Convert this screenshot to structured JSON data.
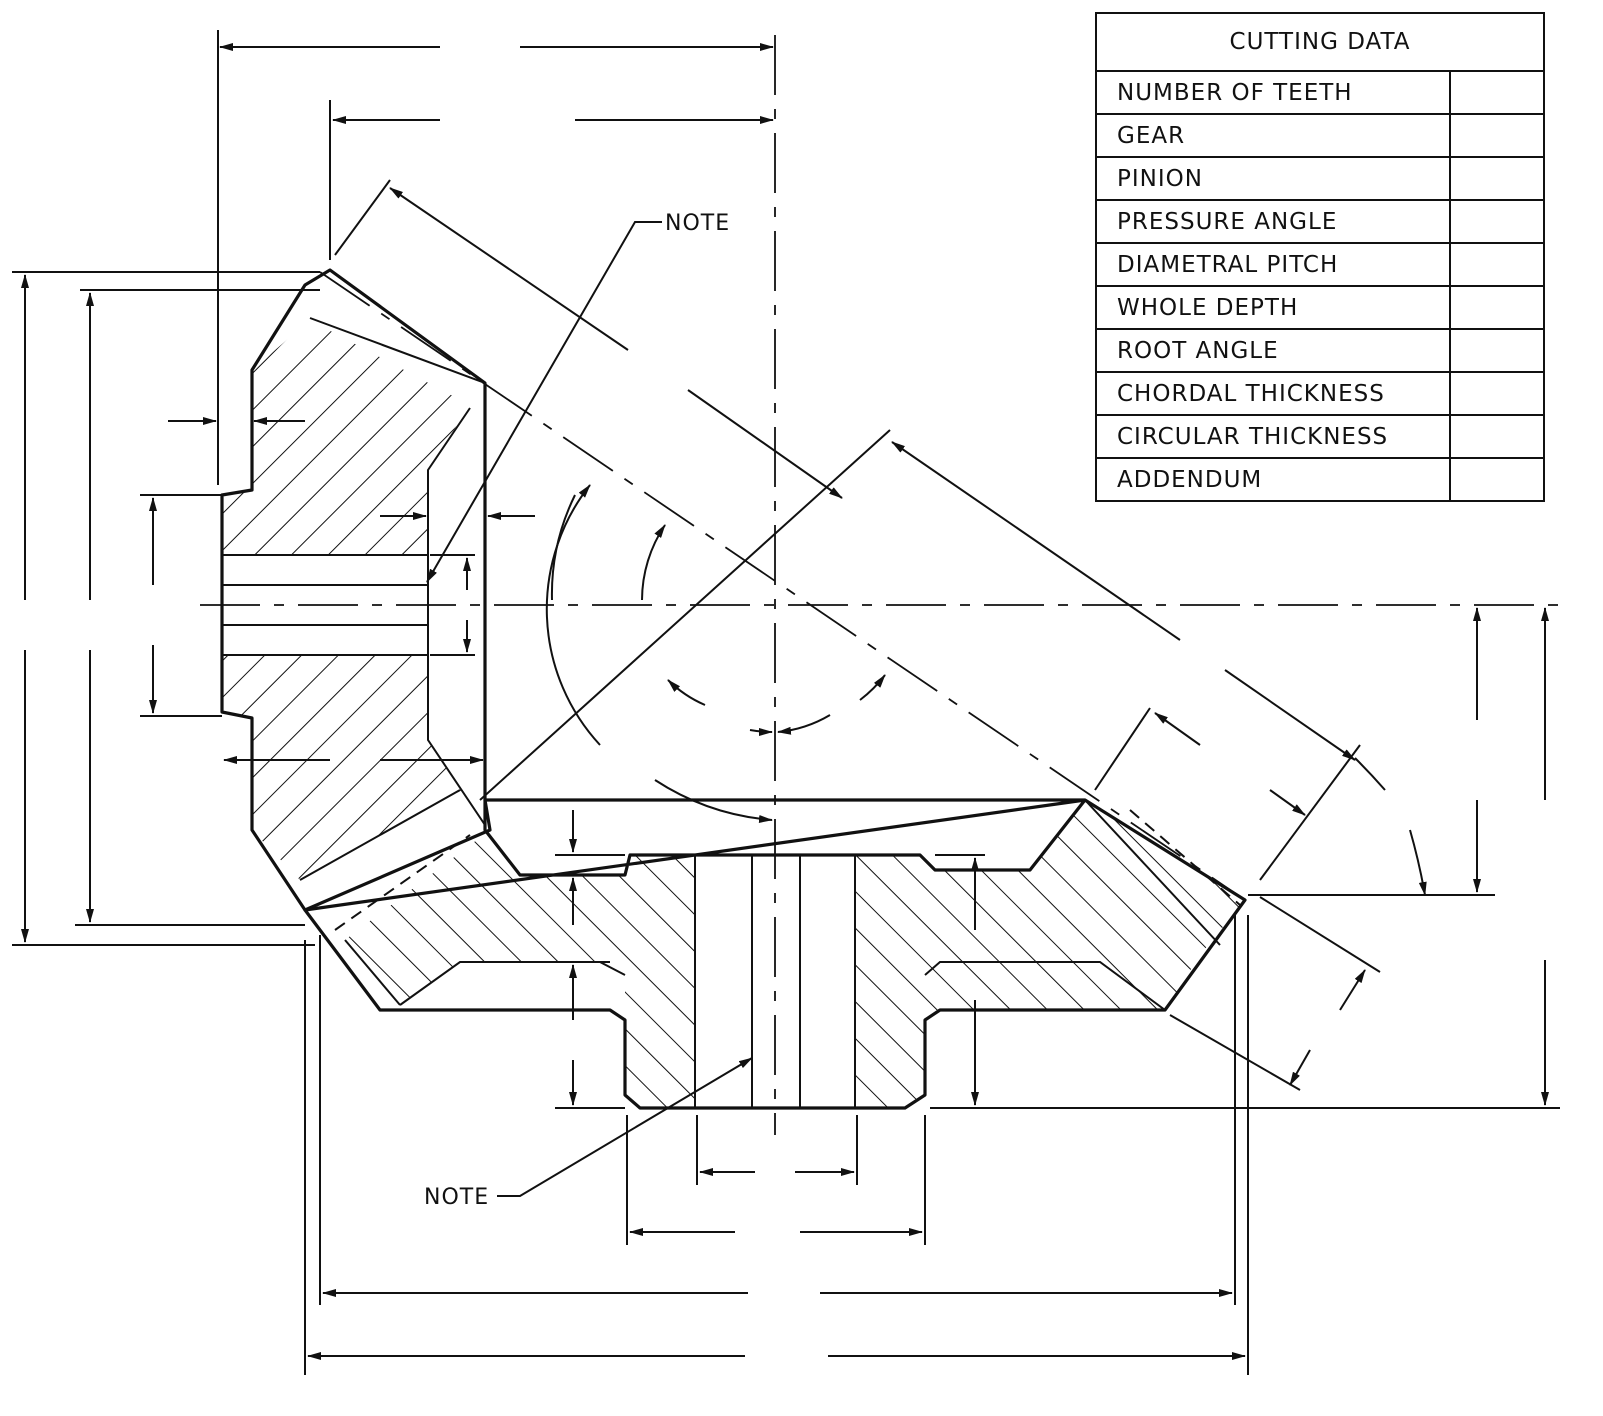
{
  "drawing": {
    "notes": [
      "NOTE",
      "NOTE"
    ]
  },
  "cutting_data": {
    "title": "CUTTING DATA",
    "rows": [
      {
        "label": "NUMBER OF TEETH",
        "value": ""
      },
      {
        "label": "GEAR",
        "value": ""
      },
      {
        "label": "PINION",
        "value": ""
      },
      {
        "label": "PRESSURE ANGLE",
        "value": ""
      },
      {
        "label": "DIAMETRAL PITCH",
        "value": ""
      },
      {
        "label": "WHOLE DEPTH",
        "value": ""
      },
      {
        "label": "ROOT ANGLE",
        "value": ""
      },
      {
        "label": "CHORDAL THICKNESS",
        "value": ""
      },
      {
        "label": "CIRCULAR THICKNESS",
        "value": ""
      },
      {
        "label": "ADDENDUM",
        "value": ""
      }
    ]
  }
}
